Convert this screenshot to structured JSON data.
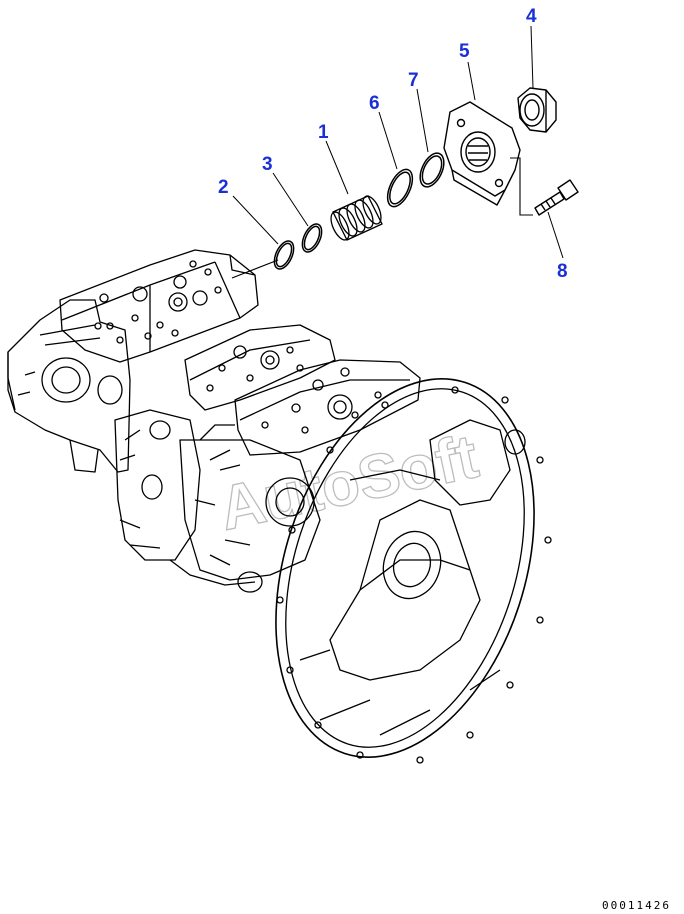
{
  "callouts": [
    "1",
    "2",
    "3",
    "4",
    "5",
    "6",
    "7",
    "8"
  ],
  "watermark": "AutoSoft",
  "figure_ref": "00011426",
  "colors": {
    "callout": "#1a2fd6",
    "line": "#000000",
    "watermark": "#d9d9d9"
  }
}
